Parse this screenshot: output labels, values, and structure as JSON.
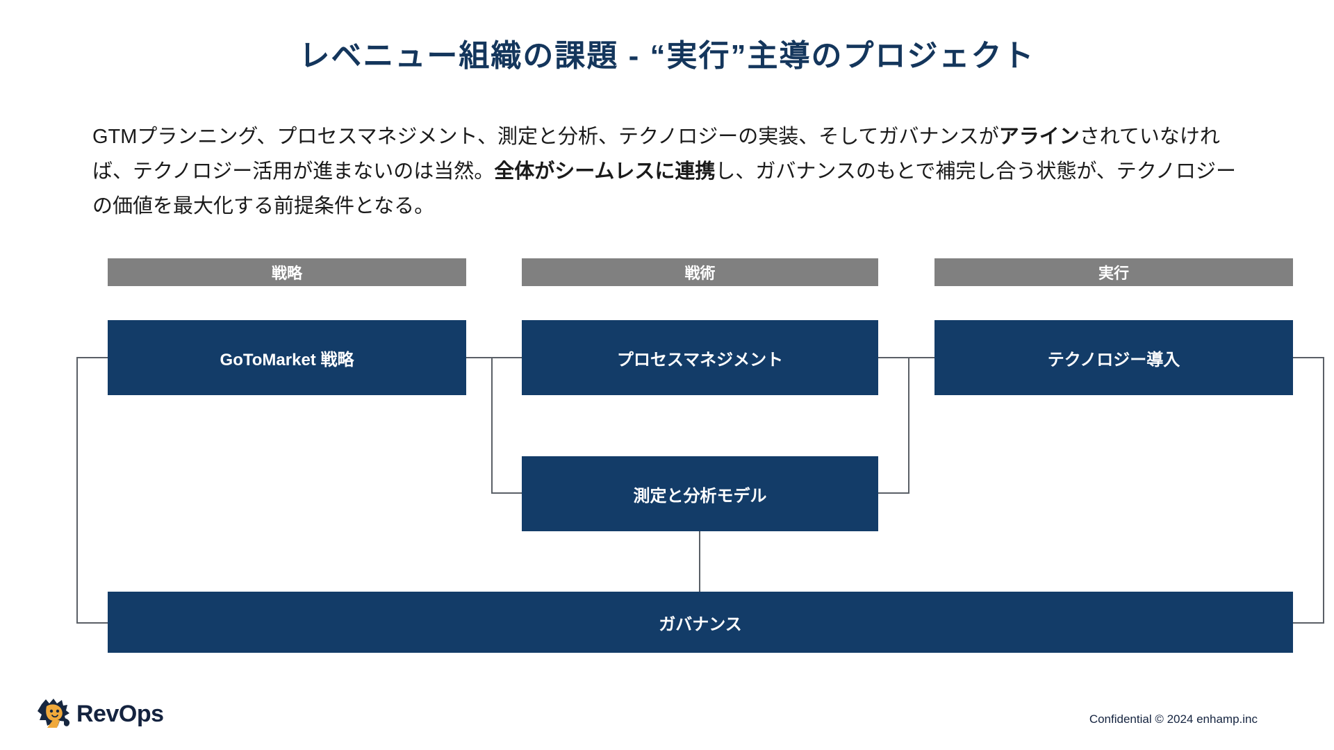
{
  "slide": {
    "title": "レベニュー組織の課題 - “実行”主導のプロジェクト",
    "body": {
      "seg1": "GTMプランニング、プロセスマネジメント、測定と分析、テクノロジーの実装、そしてガバナンスが",
      "seg2_bold": "アライン",
      "seg3": "されていなければ、テクノロジー活用が進まないのは当然。",
      "seg4_bold": "全体がシームレスに連携",
      "seg5": "し、ガバナンスのもとで補完し合う状態が、テクノロジーの価値を最大化する前提条件となる。"
    }
  },
  "diagram": {
    "headers": [
      {
        "key": "strategy",
        "label": "戦略"
      },
      {
        "key": "tactics",
        "label": "戦術"
      },
      {
        "key": "execution",
        "label": "実行"
      }
    ],
    "nodes": [
      {
        "key": "gtm",
        "label": "GoToMarket 戦略"
      },
      {
        "key": "process",
        "label": "プロセスマネジメント"
      },
      {
        "key": "technology",
        "label": "テクノロジー導入"
      },
      {
        "key": "measurement",
        "label": "測定と分析モデル"
      },
      {
        "key": "governance",
        "label": "ガバナンス"
      }
    ],
    "colors": {
      "header_bg": "#808080",
      "node_bg": "#133c68",
      "node_text": "#ffffff",
      "connector": "#5a5f66"
    }
  },
  "footer": {
    "logo_text": "RevOps",
    "logo_icon": "lion-head-icon",
    "confidential": "Confidential © 2024 enhamp.inc"
  }
}
